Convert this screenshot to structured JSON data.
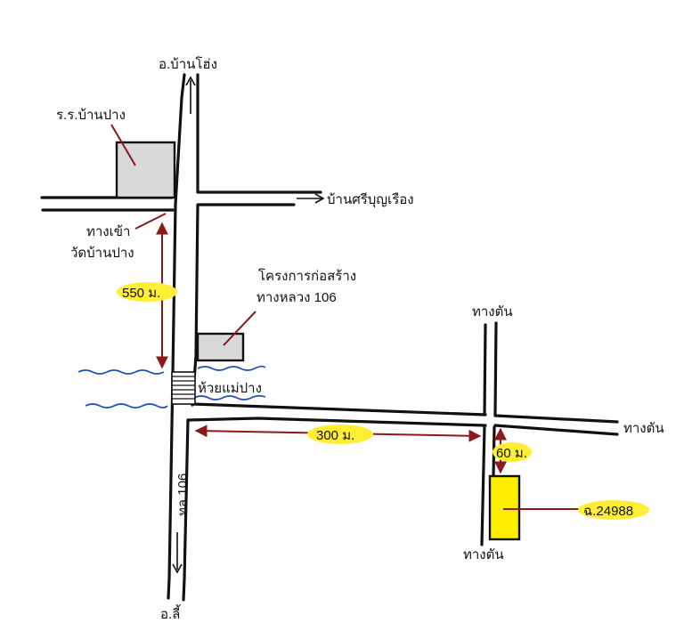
{
  "labels": {
    "north_destination": "อ.บ้านโฮ่ง",
    "school": "ร.ร.บ้านปาง",
    "east_road": "บ้านศรีบุญเรือง",
    "temple_entrance_line1": "ทางเข้า",
    "temple_entrance_line2": "วัดบ้านปาง",
    "distance_550": "550 ม.",
    "project_line1": "โครงการก่อสร้าง",
    "project_line2": "ทางหลวง 106",
    "dead_end_top": "ทางตัน",
    "creek": "ห้วยแม่ปาง",
    "dead_end_right": "ทางตัน",
    "distance_300": "300 ม.",
    "distance_60": "60 ม.",
    "deed_number": "ฉ.24988",
    "highway": "ทล.106",
    "dead_end_bottom": "ทางตัน",
    "south_destination": "อ.ลี้"
  },
  "colors": {
    "road": "#111111",
    "building_fill": "#d9d9d9",
    "plot_fill": "#ffee00",
    "label_highlight": "#ffee33",
    "distance_arrow": "#8b1a1a",
    "water": "#1f4fb3"
  },
  "icons": {
    "north_arrow": "arrow-up-icon",
    "south_arrow": "arrow-down-icon",
    "east_arrow": "arrow-right-icon"
  }
}
